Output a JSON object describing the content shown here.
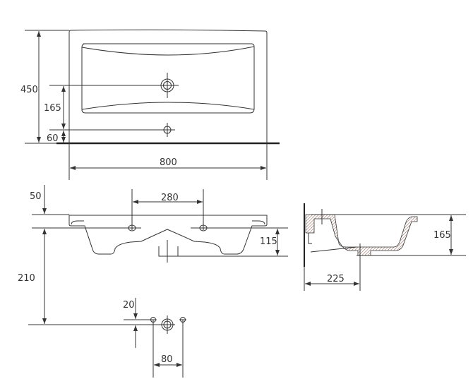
{
  "top_view": {
    "width_label": "800",
    "depth_label": "450",
    "drain_offset_label": "165",
    "tap_offset_label": "60"
  },
  "front_view": {
    "tap_spacing_label": "280",
    "top_thickness_label": "50",
    "basin_height_label": "115",
    "drain_height_label": "210",
    "drain_offset_label": "20",
    "waste_spacing_label": "80"
  },
  "side_view": {
    "height_label": "165",
    "drain_distance_label": "225"
  },
  "colors": {
    "line": "#333333",
    "hatch": "#8a5a4a"
  }
}
